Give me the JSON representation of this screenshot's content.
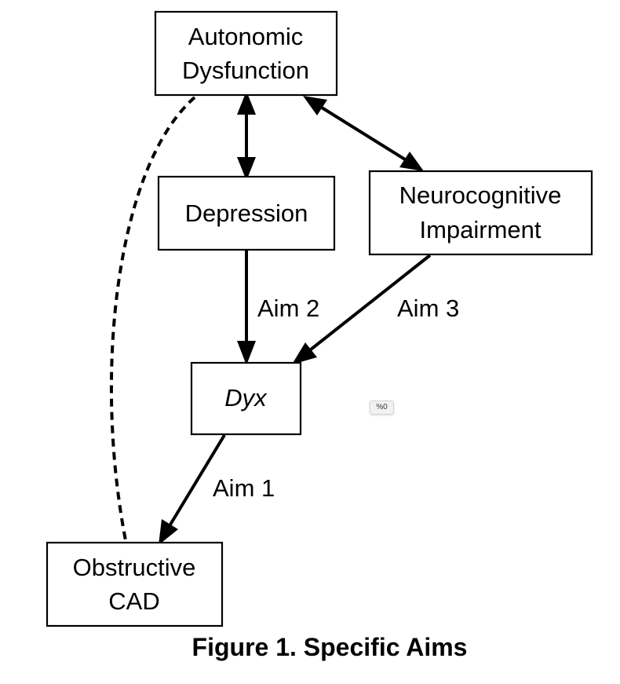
{
  "nodes": {
    "autonomic": [
      "Autonomic",
      "Dysfunction"
    ],
    "depression": [
      "Depression"
    ],
    "neurocognitive": [
      "Neurocognitive",
      "Impairment"
    ],
    "dyx": [
      "Dyx"
    ],
    "obstructive": [
      "Obstructive",
      "CAD"
    ]
  },
  "edges": {
    "depression_to_dyx": "Aim 2",
    "neurocognitive_to_dyx": "Aim 3",
    "dyx_to_obstructive": "Aim 1"
  },
  "caption": "Figure 1. Specific Aims",
  "zoom_badge": "%0"
}
